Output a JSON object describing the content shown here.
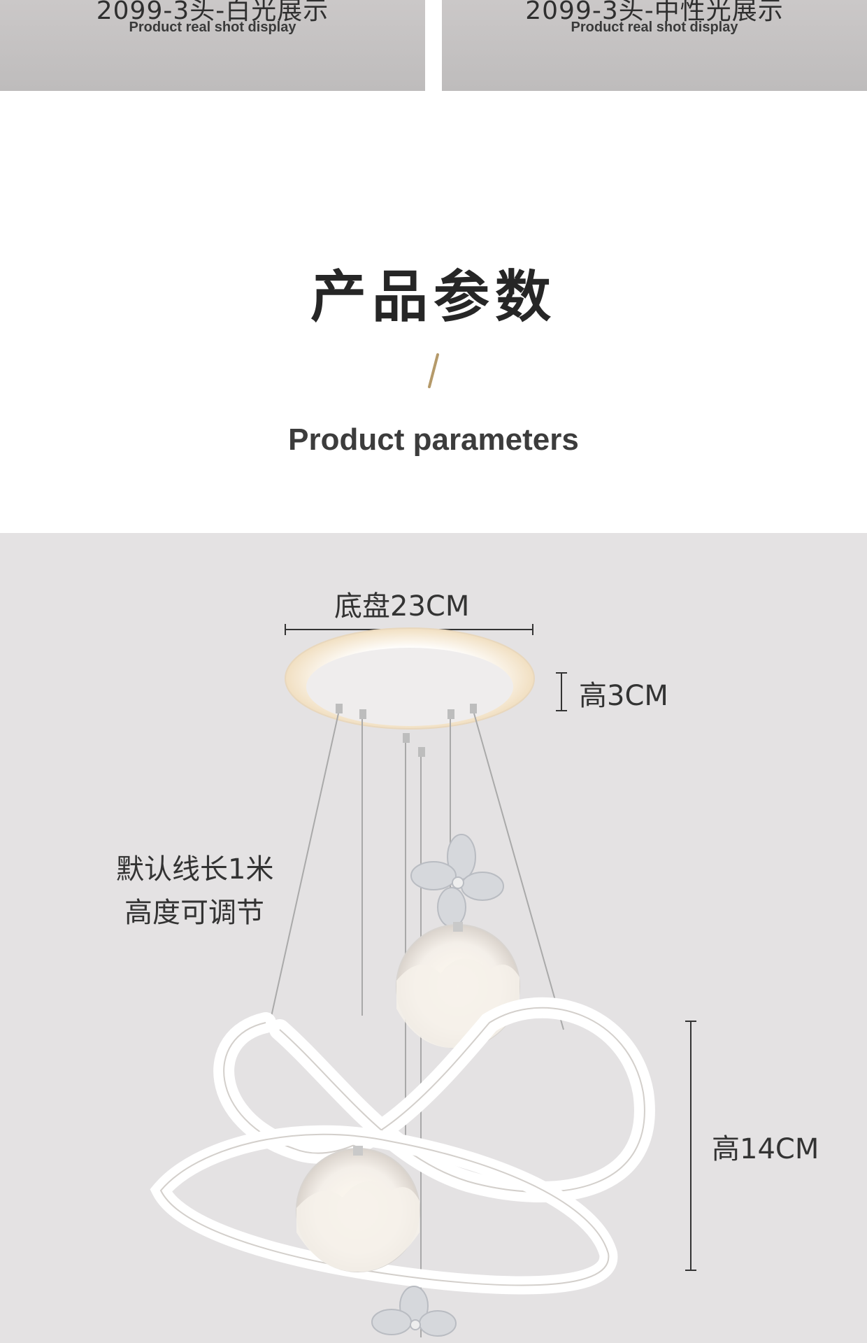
{
  "top_panels": [
    {
      "title": "2099-3头-白光展示",
      "subtitle": "Product real shot display"
    },
    {
      "title": "2099-3头-中性光展示",
      "subtitle": "Product real shot display"
    }
  ],
  "section": {
    "title": "产品参数",
    "subtitle": "Product parameters"
  },
  "specs": {
    "base_diameter": "底盘23CM",
    "base_height": "高3CM",
    "cable_line1": "默认线长1米",
    "cable_line2": "高度可调节",
    "body_height": "高14CM"
  },
  "colors": {
    "panel_gray": "#c6c4c4",
    "spec_bg": "#e4e2e3",
    "accent_gold": "#b59a6a",
    "text_dark": "#262626"
  }
}
